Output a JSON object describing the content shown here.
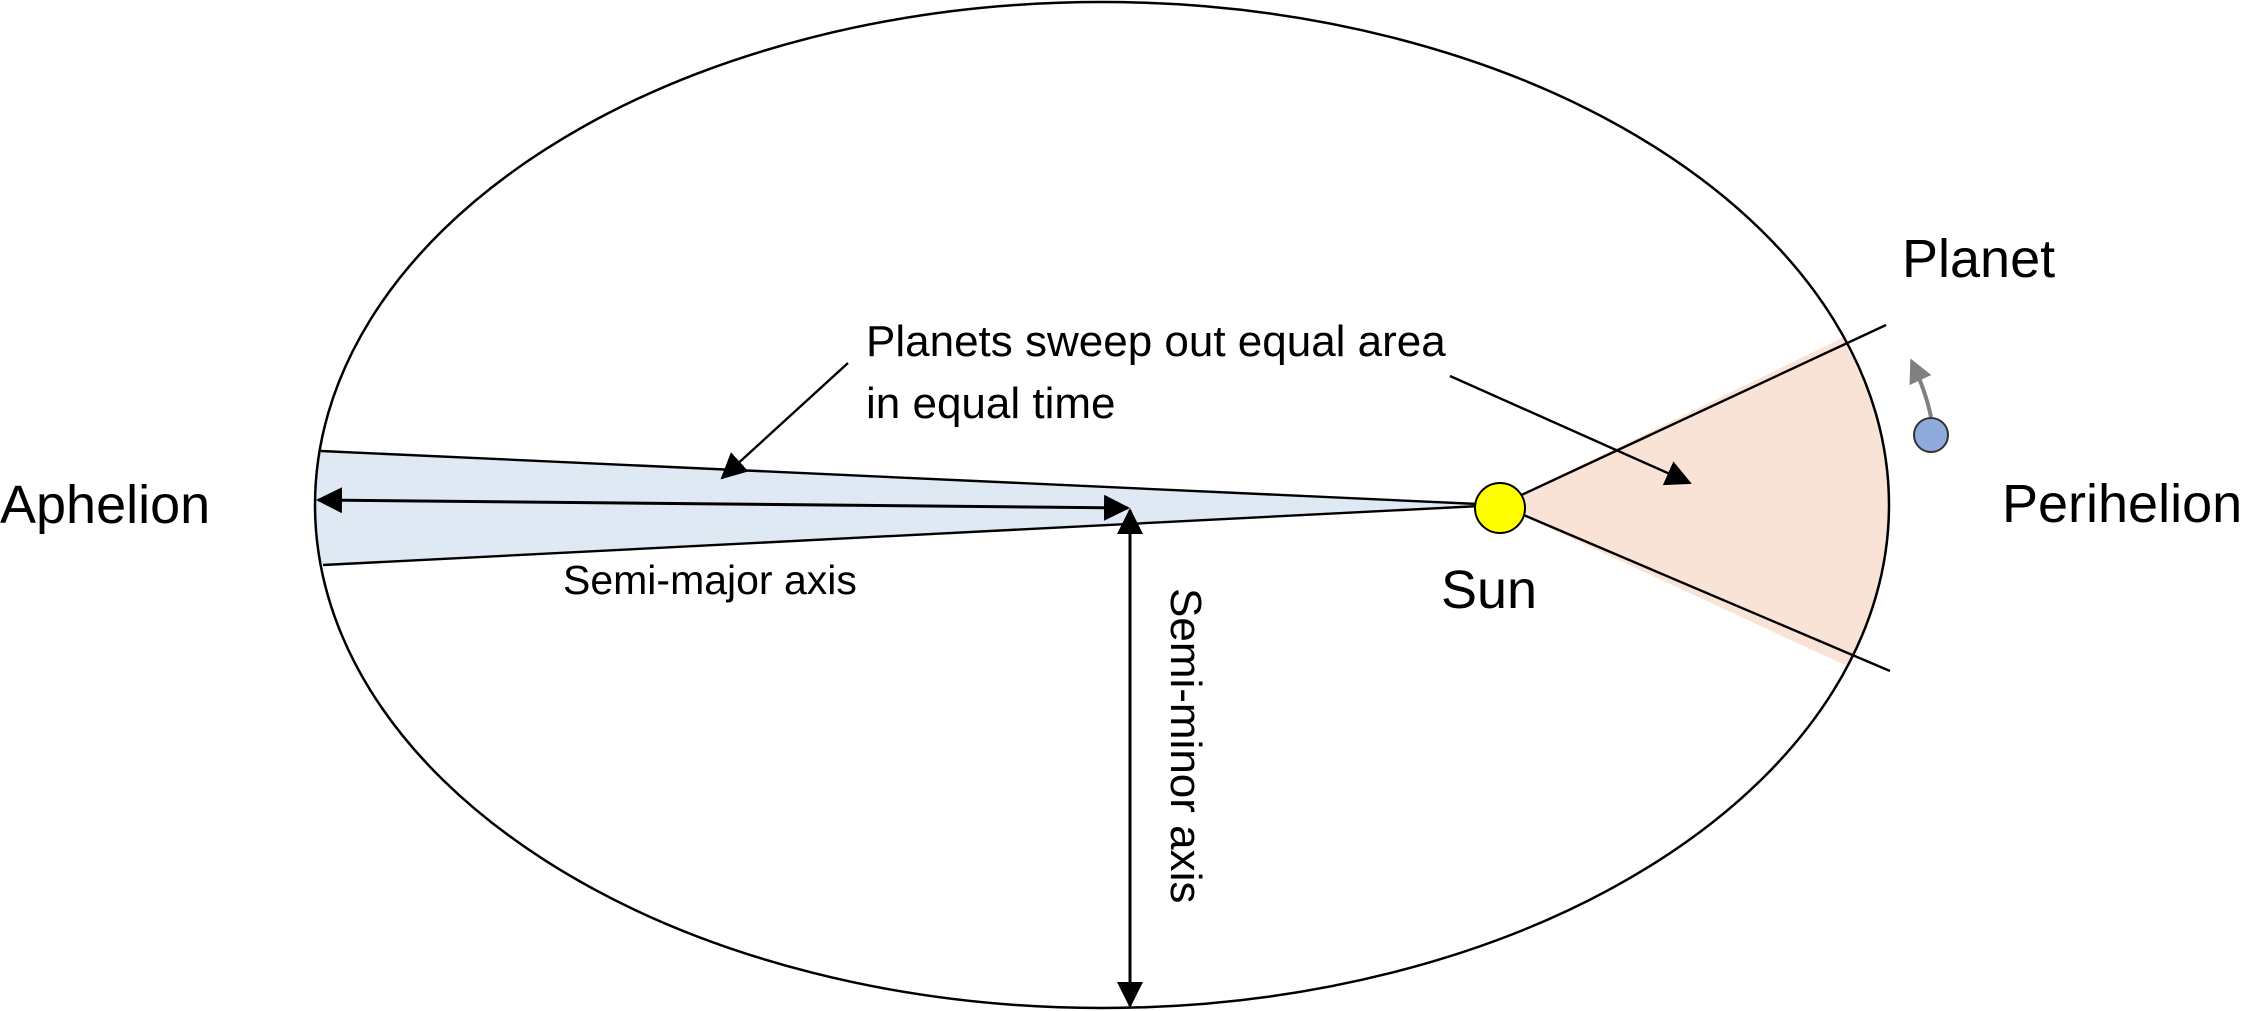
{
  "labels": {
    "aphelion": "Aphelion",
    "perihelion": "Perihelion",
    "planet": "Planet",
    "sun": "Sun",
    "equal_area_line1": "Planets sweep out equal area",
    "equal_area_line2": "in equal time",
    "semi_major_axis": "Semi-major axis",
    "semi_minor_axis": "Semi-minor axis"
  },
  "colors": {
    "orbit": "#000000",
    "aphelion_sector": "#dee9f4",
    "perihelion_sector": "#f8e3d6",
    "sun": "#ffff00",
    "planet": "#8fabdd",
    "motion_arrow": "#808080"
  }
}
